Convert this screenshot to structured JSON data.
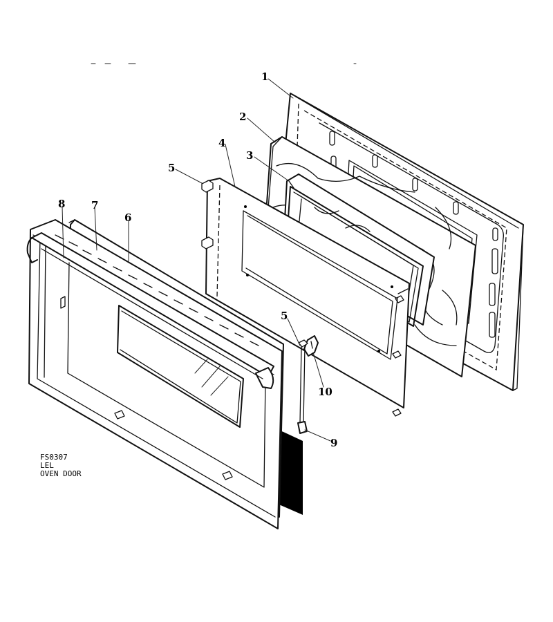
{
  "callouts": {
    "c1": "1",
    "c2": "2",
    "c3": "3",
    "c4": "4",
    "c5a": "5",
    "c5b": "5",
    "c6": "6",
    "c7": "7",
    "c8": "8",
    "c9": "9",
    "c10": "10"
  },
  "caption": {
    "line1": "FS0307",
    "line2": "LEL",
    "line3": "OVEN DOOR"
  }
}
